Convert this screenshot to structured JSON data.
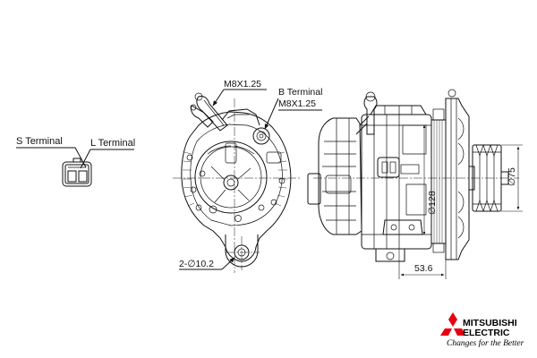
{
  "labels": {
    "s_terminal": "S Terminal",
    "l_terminal": "L Terminal",
    "m8_upper": "M8X1.25",
    "b_terminal": "B Terminal",
    "m8_lower": "M8X1.25",
    "hole_dim": "2-∅10.2",
    "dia_128": "∅128",
    "dia_75": "∅75",
    "len_536": "53.6"
  },
  "brand": {
    "name_line1": "MITSUBISHI",
    "name_line2": "ELECTRIC",
    "tagline": "Changes for the Better",
    "logo_color": "#e60012"
  }
}
